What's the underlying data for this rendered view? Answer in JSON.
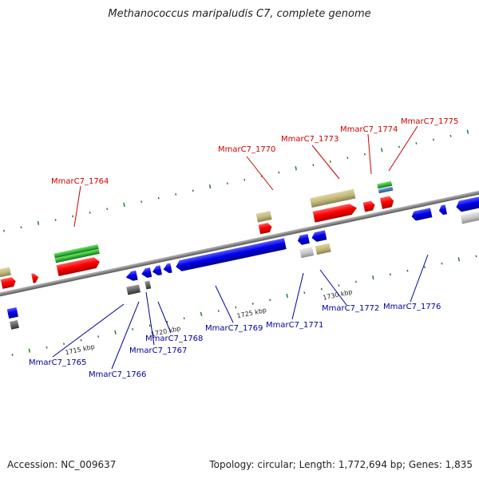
{
  "title": "Methanococcus maripaludis C7, complete genome",
  "footer": {
    "accession": "Accession: NC_009637",
    "topology": "Topology: circular; Length: 1,772,694 bp; Genes: 1,835"
  },
  "colors": {
    "top_labels": "#cc0000",
    "bottom_labels": "#000099",
    "red": "#ff0000",
    "blue": "#0000ee",
    "khaki": "#c2b97c",
    "green": "#33bb33",
    "gray": "#777777",
    "light_gray": "#c8c8c8",
    "steelblue": "#4a7fbf",
    "tick": "#2a7d2a",
    "backbone": "#888888"
  },
  "scale_labels": [
    "1715 kbp",
    "1720 kbp",
    "1725 kbp",
    "1730 kbp"
  ],
  "top_labels": [
    "MmarC7_1764",
    "MmarC7_1770",
    "MmarC7_1773",
    "MmarC7_1774",
    "MmarC7_1775"
  ],
  "bottom_labels": [
    "MmarC7_1765",
    "MmarC7_1766",
    "MmarC7_1767",
    "MmarC7_1768",
    "MmarC7_1769",
    "MmarC7_1771",
    "MmarC7_1772",
    "MmarC7_1776"
  ]
}
